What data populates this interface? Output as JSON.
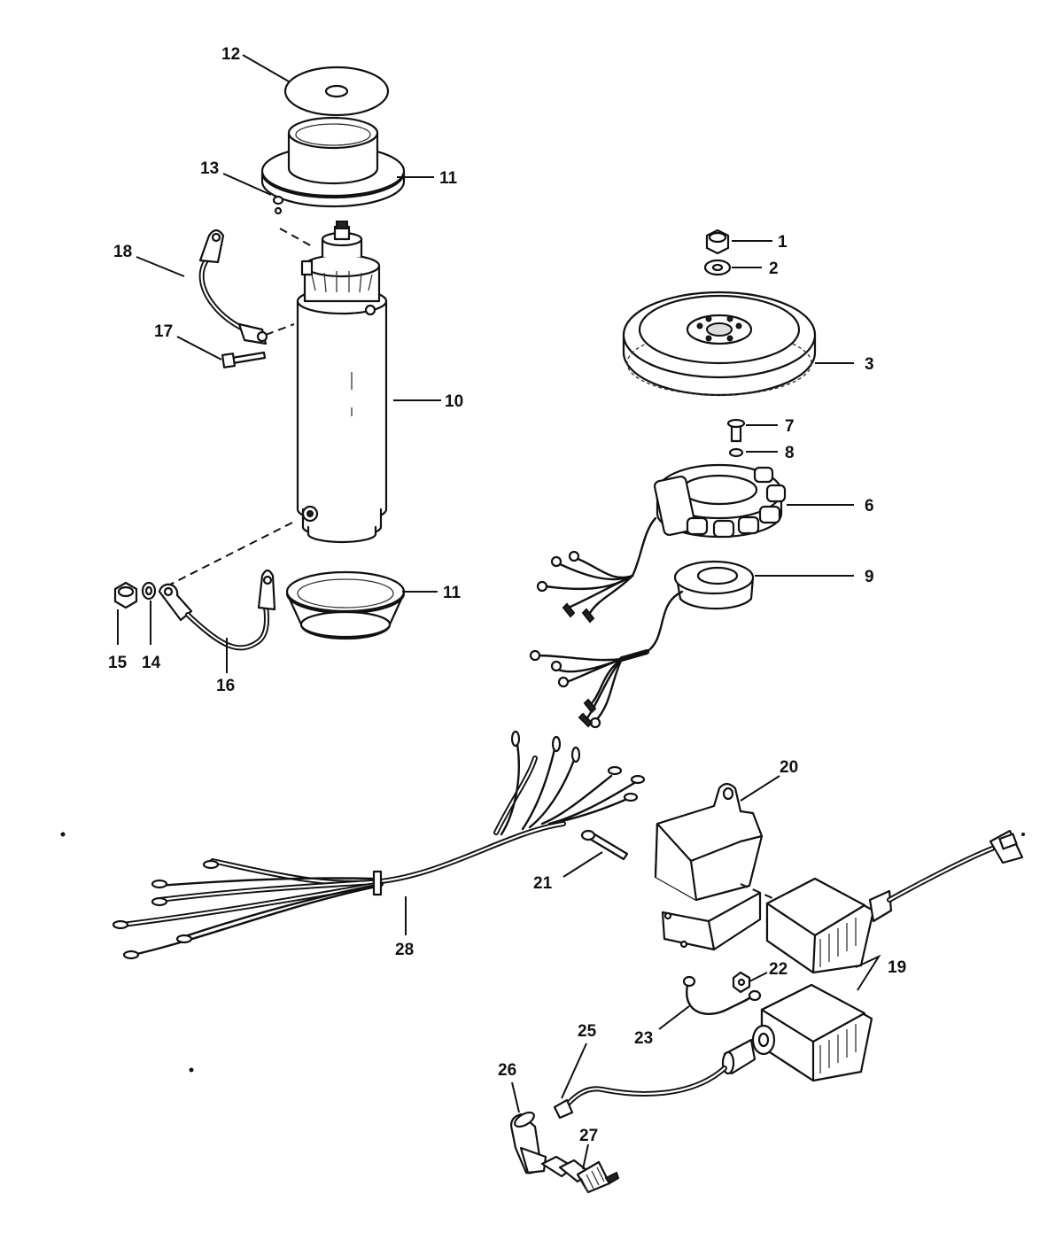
{
  "diagram": {
    "callouts": [
      {
        "id": "1",
        "label": "1"
      },
      {
        "id": "2",
        "label": "2"
      },
      {
        "id": "3",
        "label": "3"
      },
      {
        "id": "6",
        "label": "6"
      },
      {
        "id": "7",
        "label": "7"
      },
      {
        "id": "8",
        "label": "8"
      },
      {
        "id": "9",
        "label": "9"
      },
      {
        "id": "10",
        "label": "10"
      },
      {
        "id": "11a",
        "label": "11"
      },
      {
        "id": "11b",
        "label": "11"
      },
      {
        "id": "12",
        "label": "12"
      },
      {
        "id": "13",
        "label": "13"
      },
      {
        "id": "14",
        "label": "14"
      },
      {
        "id": "15",
        "label": "15"
      },
      {
        "id": "16",
        "label": "16"
      },
      {
        "id": "17",
        "label": "17"
      },
      {
        "id": "18",
        "label": "18"
      },
      {
        "id": "19",
        "label": "19"
      },
      {
        "id": "20",
        "label": "20"
      },
      {
        "id": "21",
        "label": "21"
      },
      {
        "id": "22",
        "label": "22"
      },
      {
        "id": "23",
        "label": "23"
      },
      {
        "id": "25",
        "label": "25"
      },
      {
        "id": "26",
        "label": "26"
      },
      {
        "id": "27",
        "label": "27"
      },
      {
        "id": "28",
        "label": "28"
      }
    ]
  }
}
